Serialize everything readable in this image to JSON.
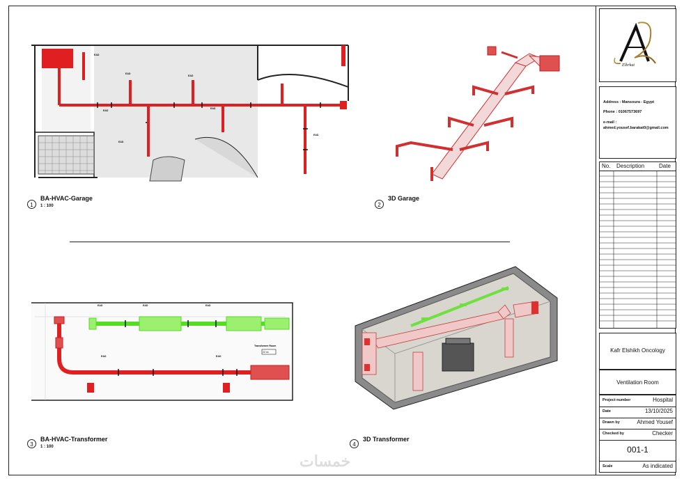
{
  "views": [
    {
      "num": "1",
      "title": "BA-HVAC-Garage",
      "scale": "1 : 100"
    },
    {
      "num": "2",
      "title": "3D Garage",
      "scale": ""
    },
    {
      "num": "3",
      "title": "BA-HVAC-Transformer",
      "scale": "1 : 100"
    },
    {
      "num": "4",
      "title": "3D Transformer",
      "scale": ""
    }
  ],
  "title_block": {
    "logo_text": "Elbrkat",
    "address_label": "Address : Mansoura - Egypt",
    "phone_label": "Phone : 01067573697",
    "email_label": "e-mail :",
    "email_value": "ahmed.yousef.barakat0@gmail.com",
    "rev_headers": {
      "no": "No.",
      "description": "Description",
      "date": "Date"
    },
    "project_name": "Kafr Elshikh Oncology",
    "sheet_name": "Ventilation Room",
    "project_number_label": "Project number",
    "project_number_value": "Hospital",
    "date_label": "Date",
    "date_value": "13/10/2025",
    "drawn_by_label": "Drawn by",
    "drawn_by_value": "Ahmed Yousef",
    "checked_by_label": "Checked by",
    "checked_by_value": "Checker",
    "sheet_number": "001-1",
    "scale_label": "Scale",
    "scale_value": "As indicated"
  },
  "annotations": {
    "ead": "EAD",
    "transformer_room": "Transformer Room",
    "room_tag": "22 m²"
  },
  "watermark": "خمسات",
  "colors": {
    "duct_red": "#e02020",
    "duct_green": "#55dd22",
    "line": "#222222"
  }
}
